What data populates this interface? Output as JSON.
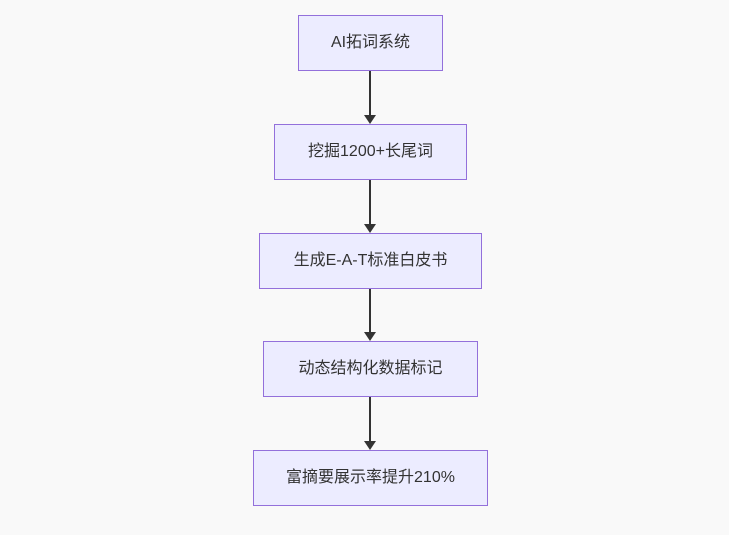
{
  "diagram": {
    "type": "flowchart",
    "direction": "top-down",
    "nodes": [
      {
        "id": "n1",
        "label": "AI拓词系统"
      },
      {
        "id": "n2",
        "label": "挖掘1200+长尾词"
      },
      {
        "id": "n3",
        "label": "生成E-A-T标准白皮书"
      },
      {
        "id": "n4",
        "label": "动态结构化数据标记"
      },
      {
        "id": "n5",
        "label": "富摘要展示率提升210%"
      }
    ],
    "edges": [
      {
        "from": "n1",
        "to": "n2"
      },
      {
        "from": "n2",
        "to": "n3"
      },
      {
        "from": "n3",
        "to": "n4"
      },
      {
        "from": "n4",
        "to": "n5"
      }
    ]
  },
  "colors": {
    "background": "#f9f9f9",
    "node_fill": "#ececff",
    "node_border": "#9370db",
    "text_color": "#333333",
    "arrow_color": "#333333"
  }
}
